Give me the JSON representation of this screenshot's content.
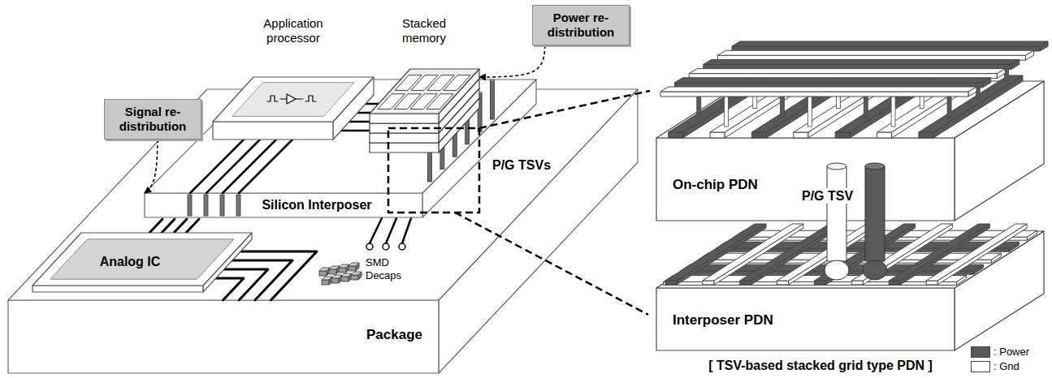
{
  "diagram": {
    "caption": "[ TSV-based stacked grid type PDN ]",
    "nodes": [
      {
        "text": [
          "Package"
        ]
      },
      {
        "text": [
          "Silicon Interposer"
        ],
        "in": 0
      },
      {
        "text": [
          "Application processor"
        ],
        "in": 1
      },
      {
        "text": [
          "Stacked memory"
        ],
        "in": 1
      },
      {
        "text": [
          "Analog IC"
        ],
        "in": 0
      },
      {
        "text": [
          "Signal re- distribution"
        ]
      },
      {
        "text": [
          "Power re- distribution"
        ]
      },
      {
        "text": [
          "On-chip PDN"
        ]
      },
      {
        "text": [
          "Interposer PDN"
        ]
      }
    ],
    "edges": [
      {
        "from": 5,
        "to": 1,
        "arrow": "to"
      },
      {
        "from": 6,
        "to": 3,
        "arrow": "to"
      }
    ],
    "labels": [
      "P/G TSVs",
      "SMD Decaps",
      "P/G TSV"
    ],
    "legend": [
      {
        "text": ": Power",
        "color": "#595959"
      },
      {
        "text": ": Gnd",
        "color": "#ffffff"
      }
    ]
  }
}
